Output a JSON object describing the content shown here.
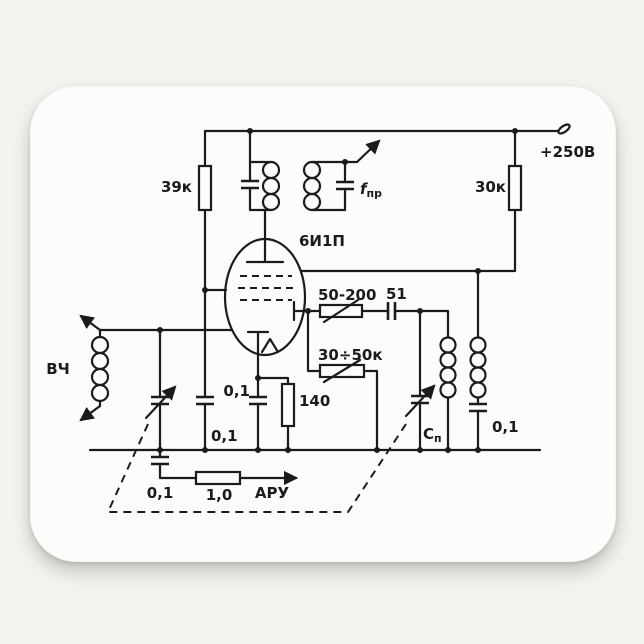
{
  "colors": {
    "ink": "#1b1b1b",
    "pad": "#fcfcfb",
    "wood_background": "#f4f3ef"
  },
  "schematic": {
    "supply_label": "+250В",
    "r_screen": "39к",
    "r_anode": "30к",
    "tube": "6И1П",
    "if_freq": {
      "base": "f",
      "sub": "пр"
    },
    "r_var_1": "50-200",
    "c_51": "51",
    "r_var_2": "30÷50к",
    "c_cath": "0,1",
    "r_cath": "140",
    "rf_label": "ВЧ",
    "c_grid": "0,1",
    "c_tuning": {
      "base": "C",
      "sub": "п"
    },
    "c_osc": "0,1",
    "c_agc": "0,1",
    "r_agc": "1,0",
    "agc_label": "АРУ"
  }
}
